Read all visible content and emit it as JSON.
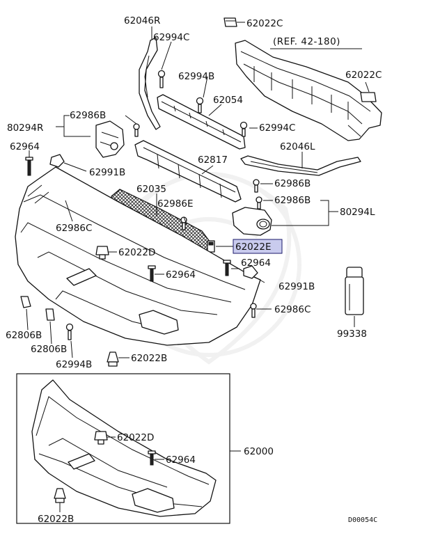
{
  "diagram": {
    "ref_label": "(REF. 42-180)",
    "drawing_code": "D00054C",
    "highlight_color": "#c9cbee",
    "labels": {
      "p62046R": "62046R",
      "p62022C_top": "62022C",
      "p62994C_top": "62994C",
      "p62994B_top": "62994B",
      "p62022C_right": "62022C",
      "p62054": "62054",
      "p62986B_left": "62986B",
      "p80294R": "80294R",
      "p62994C_mid": "62994C",
      "p62964_left": "62964",
      "p62046L": "62046L",
      "p62817": "62817",
      "p62991B_left": "62991B",
      "p62035": "62035",
      "p62986B_r1": "62986B",
      "p62986B_r2": "62986B",
      "p80294L": "80294L",
      "p62986E": "62986E",
      "p62986C_left": "62986C",
      "p62022E": "62022E",
      "p62022D_upper": "62022D",
      "p62964_mid": "62964",
      "p62964_right": "62964",
      "p62991B_right": "62991B",
      "p62986C_right": "62986C",
      "p62806B_a": "62806B",
      "p62806B_b": "62806B",
      "p99338": "99338",
      "p62994B_bottom": "62994B",
      "p62022B_upper": "62022B",
      "p62022D_lower": "62022D",
      "p62964_lower": "62964",
      "p62000": "62000",
      "p62022B_lower": "62022B"
    }
  }
}
